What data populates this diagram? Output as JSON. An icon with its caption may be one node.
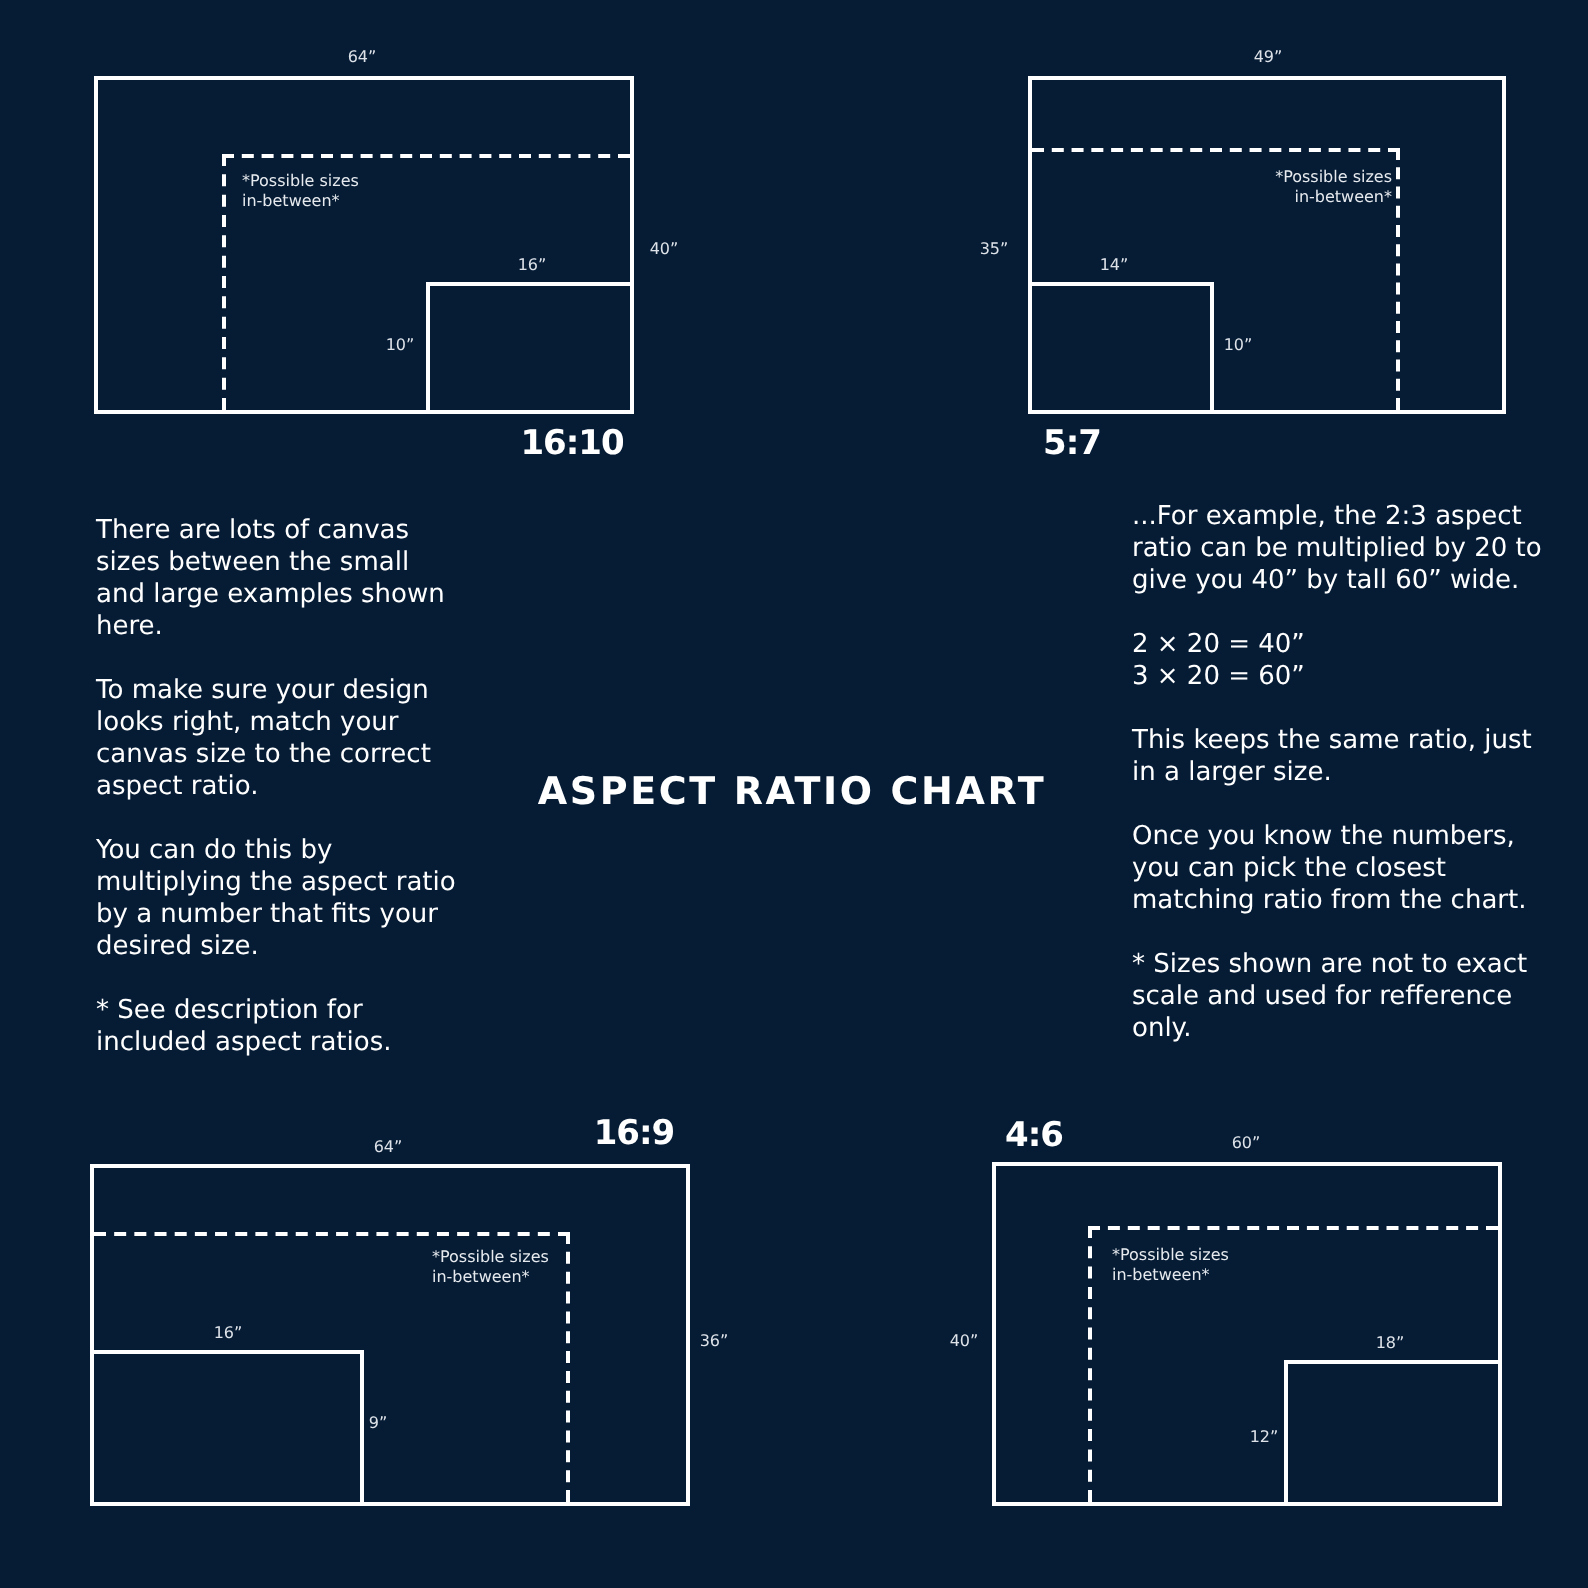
{
  "diagram": {
    "title": "ASPECT RATIO CHART",
    "nodes": [
      {
        "text": [
          "16:10"
        ],
        "beside": [
          "64”",
          "40”"
        ]
      },
      {
        "text": [
          "*Possible sizes in-between*"
        ],
        "in": 0
      },
      {
        "text": [],
        "shape": "box",
        "in": 1,
        "beside": [
          "16”",
          "10”"
        ]
      },
      {
        "text": [
          "5:7"
        ],
        "beside": [
          "49”",
          "35”"
        ]
      },
      {
        "text": [
          "*Possible sizes in-between*"
        ],
        "in": 3
      },
      {
        "text": [],
        "shape": "box",
        "in": 4,
        "beside": [
          "14”",
          "10”"
        ]
      },
      {
        "text": [
          "16:9"
        ],
        "beside": [
          "64”",
          "36”"
        ]
      },
      {
        "text": [
          "*Possible sizes in-between*"
        ],
        "in": 6
      },
      {
        "text": [],
        "shape": "box",
        "in": 7,
        "beside": [
          "16”",
          "9”"
        ]
      },
      {
        "text": [
          "4:6"
        ],
        "beside": [
          "60”",
          "40”"
        ]
      },
      {
        "text": [
          "*Possible sizes in-between*"
        ],
        "in": 9
      },
      {
        "text": [],
        "shape": "box",
        "in": 10,
        "beside": [
          "18”",
          "12”"
        ]
      }
    ],
    "labels": [
      "There are lots of canvas sizes between the small and large examples shown here.",
      "To make sure your design looks right, match your canvas size to the correct aspect ratio.",
      "You can do this by multiplying the aspect ratio by a number that fits your desired size.",
      "* See description for included aspect ratios.",
      "...For example, the 2:3 aspect ratio can be multiplied by 20 to give you 40” by tall 60” wide.",
      "2 × 20 = 40”",
      "3 × 20 = 60”",
      "This keeps the same ratio, just in a larger size.",
      "Once you know the numbers, you can pick the closest matching ratio from the chart.",
      "* Sizes shown are not to exact scale and used for refference only."
    ]
  }
}
